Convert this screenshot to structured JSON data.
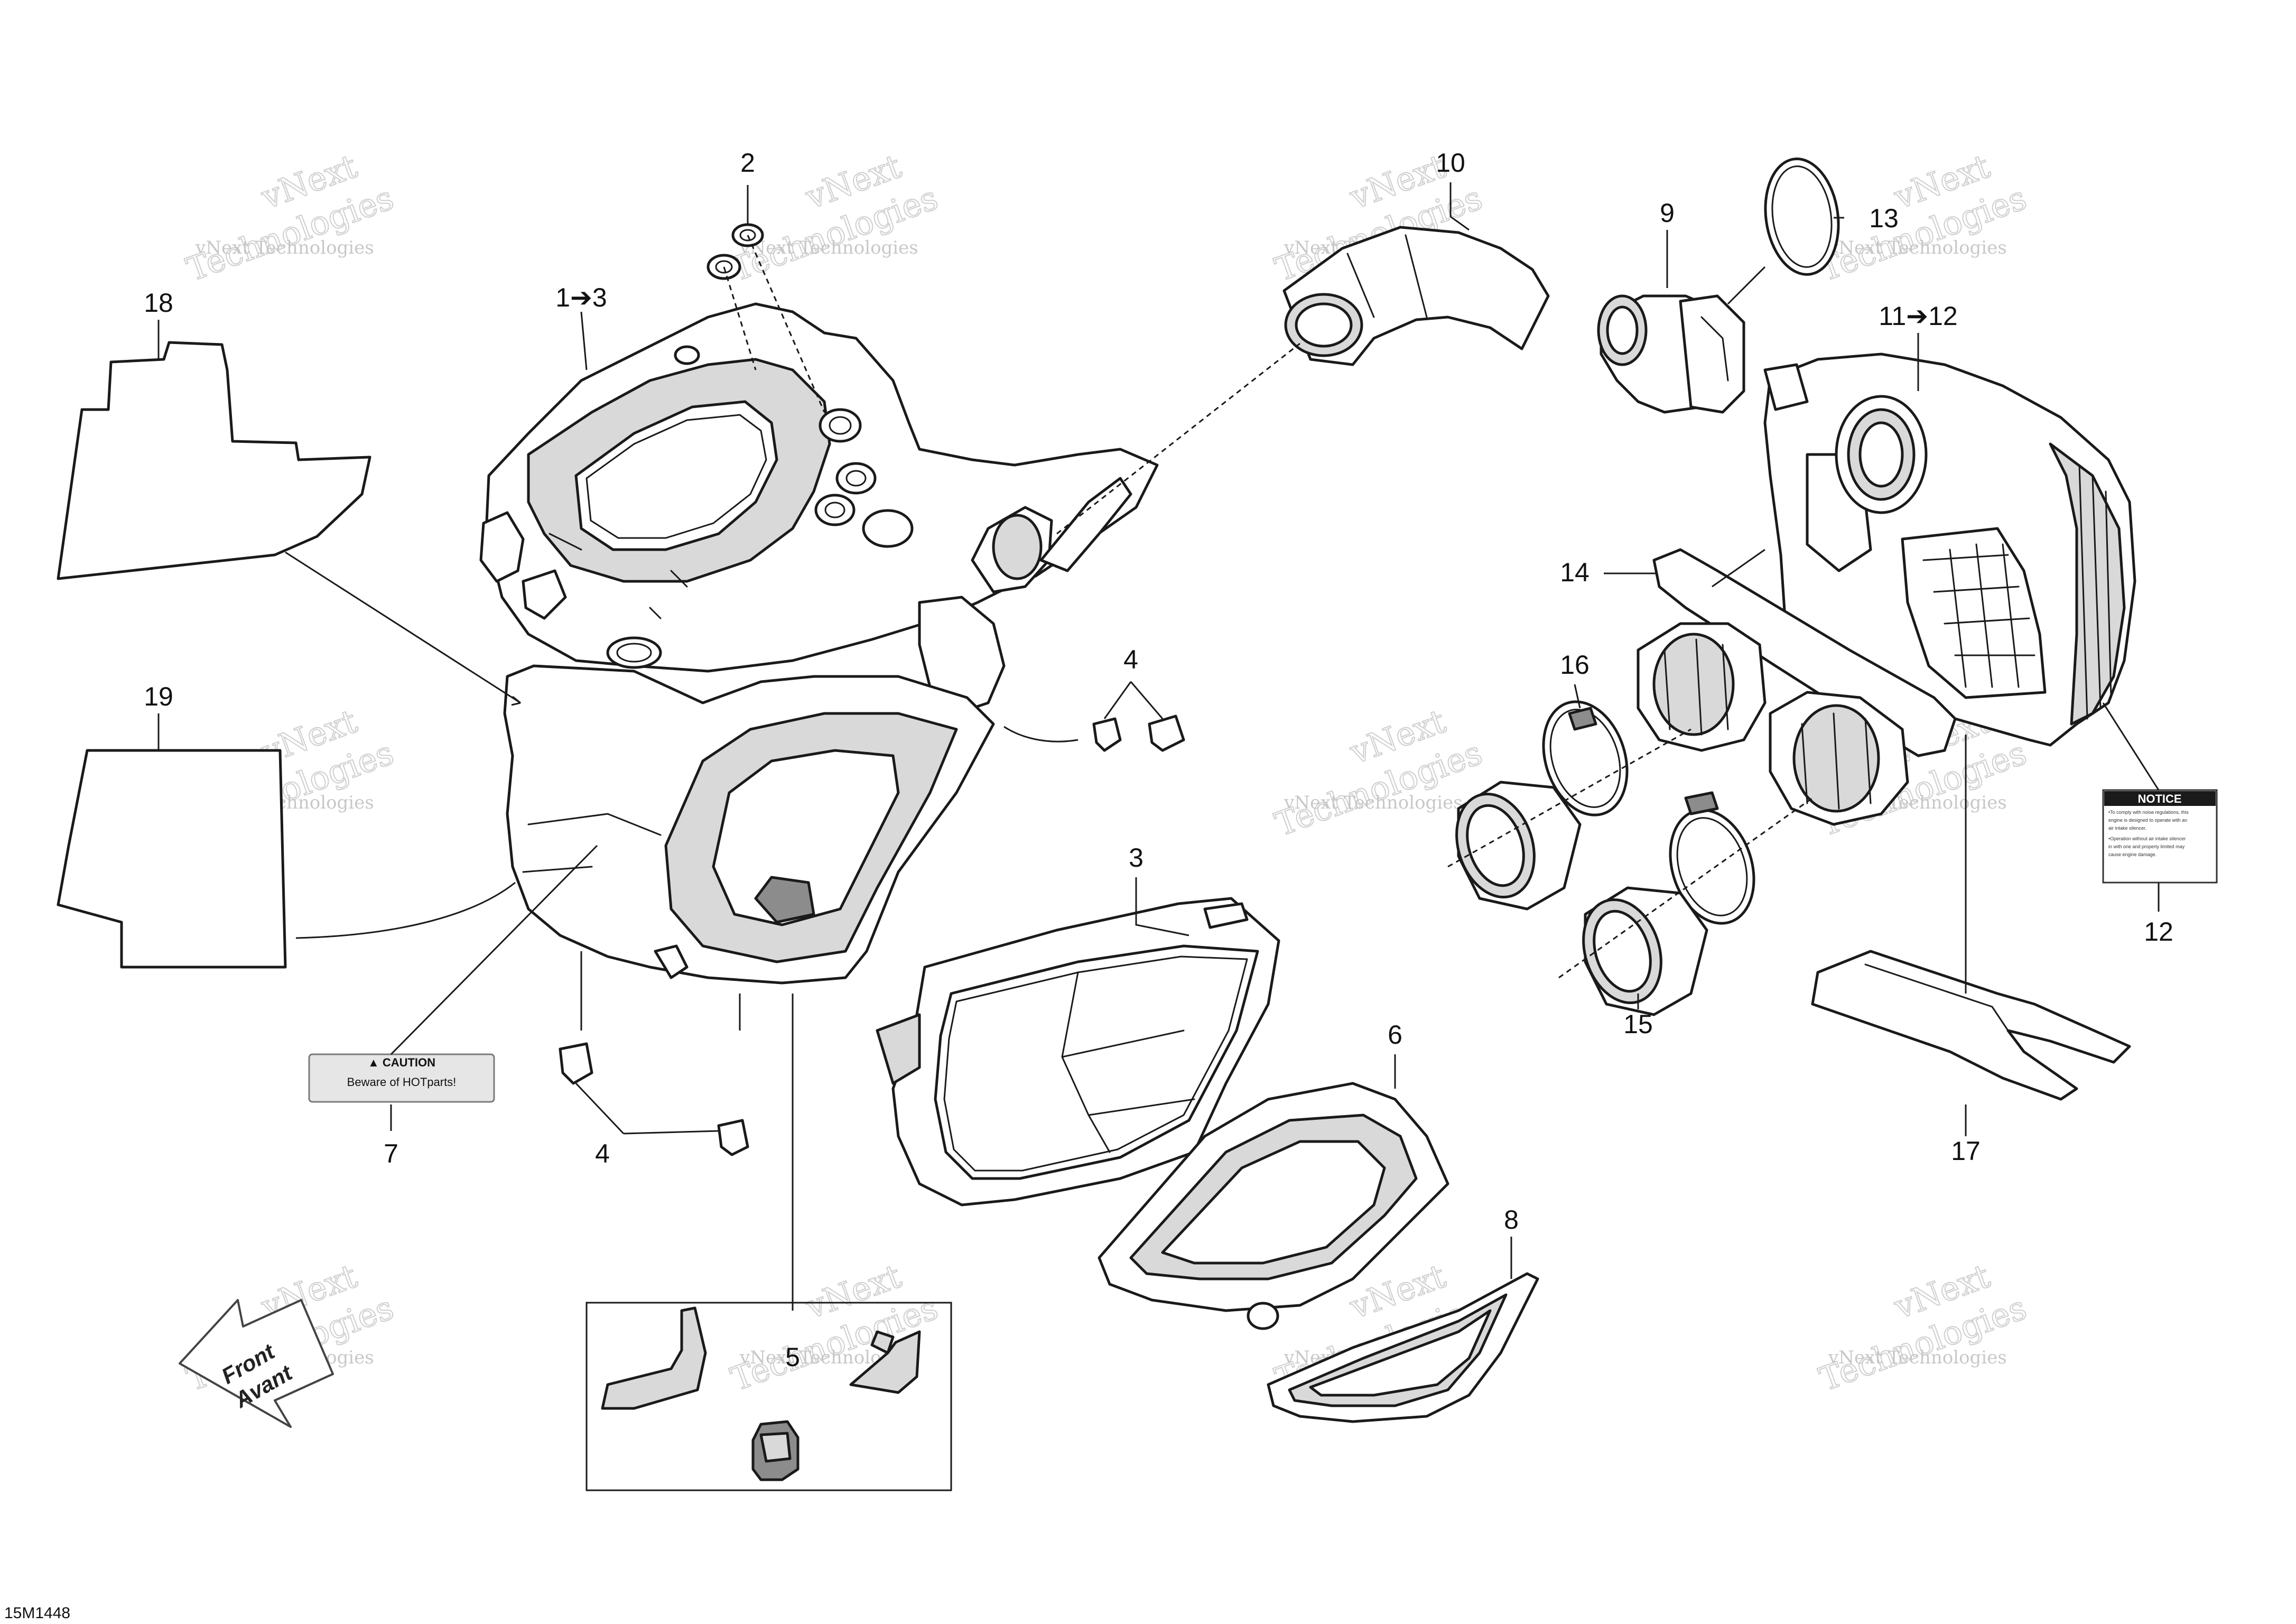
{
  "callouts": {
    "c1": "1➔3",
    "c2": "2",
    "c3": "3",
    "c4a": "4",
    "c4b": "4",
    "c5": "5",
    "c6": "6",
    "c7": "7",
    "c8": "8",
    "c9": "9",
    "c10": "10",
    "c11": "11➔12",
    "c12": "12",
    "c13": "13",
    "c14": "14",
    "c15": "15",
    "c16": "16",
    "c17": "17",
    "c18": "18",
    "c19": "19"
  },
  "decals": {
    "caution_header": "▲ CAUTION",
    "caution_text": "Beware of HOTparts!",
    "notice_header": "NOTICE",
    "notice_lines": [
      "•To comply with noise regulations, this",
      "engine is designed to operate with an",
      "air intake silencer.",
      "•Operation without air intake silencer",
      "in with one and property limited may",
      "cause engine damage."
    ]
  },
  "front_indicator": {
    "line1": "Front",
    "line2": "Avant"
  },
  "watermark": {
    "line1": "vNext Technologies",
    "line2": "Technologies",
    "line3": "vNext"
  },
  "drawing_code": "15M1448"
}
